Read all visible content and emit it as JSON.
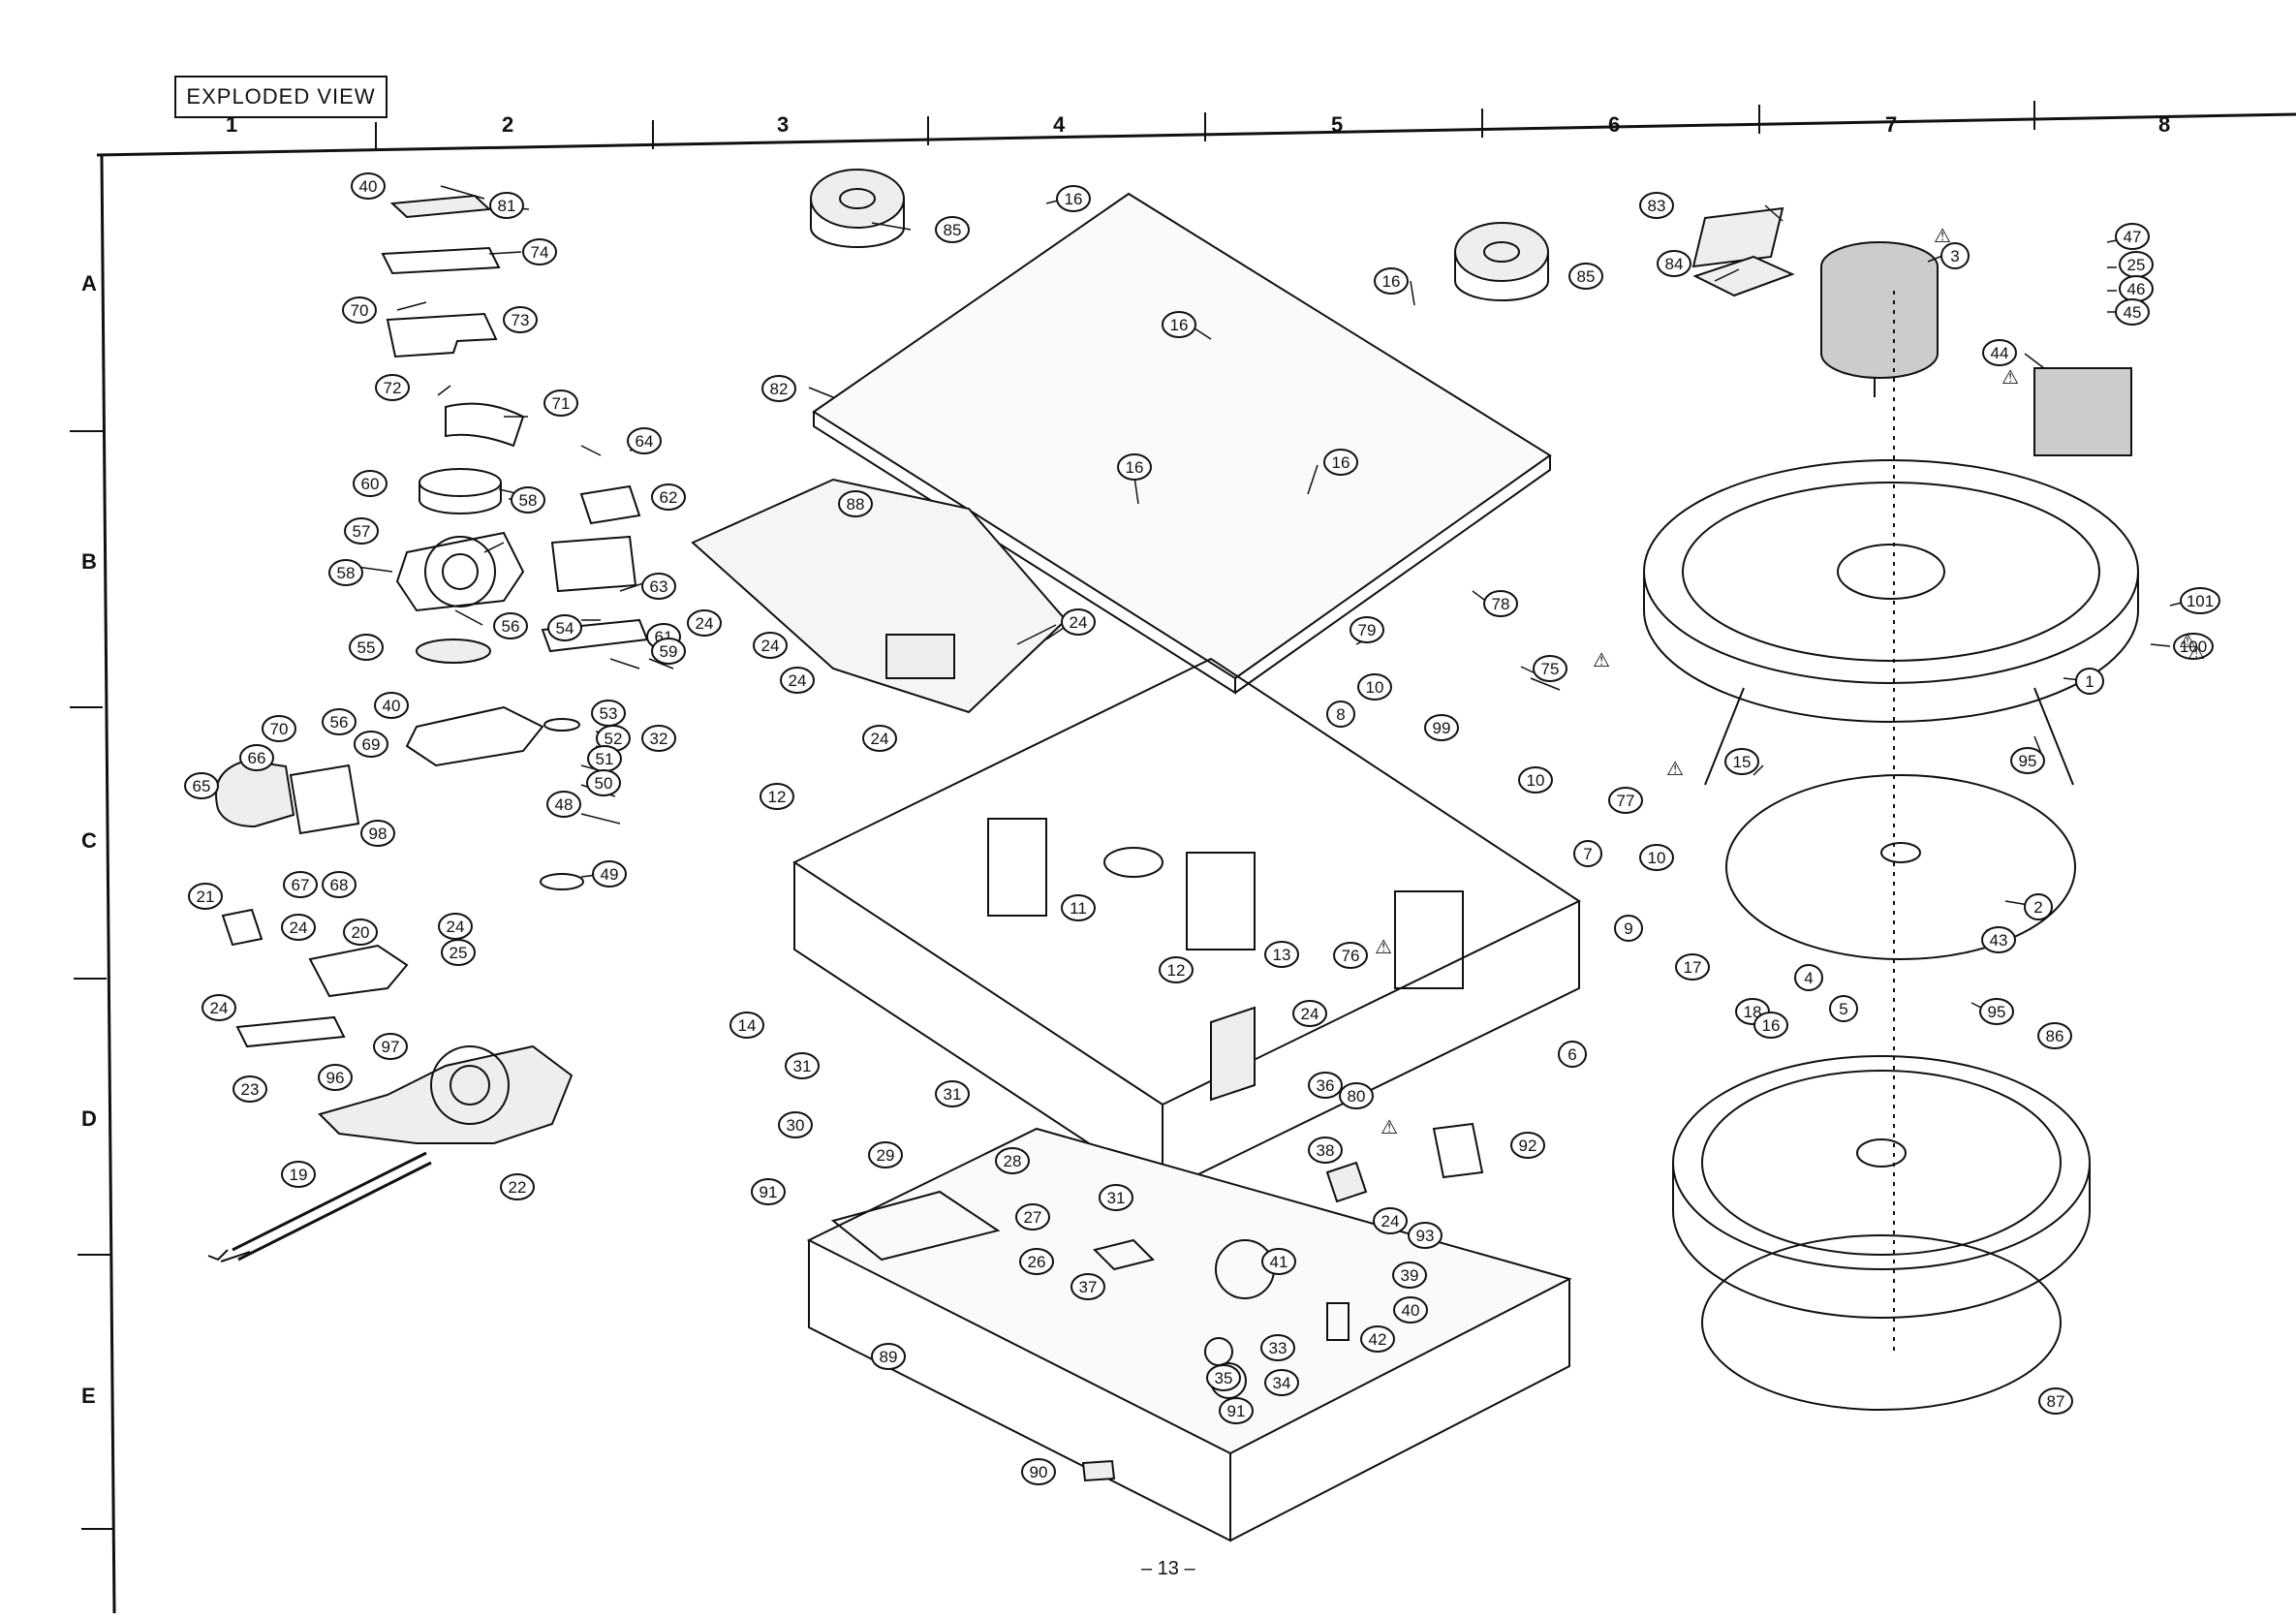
{
  "title": "EXPLODED VIEW",
  "page_number": "– 13 –",
  "columns": [
    "1",
    "2",
    "3",
    "4",
    "5",
    "6",
    "7",
    "8"
  ],
  "rows": [
    "A",
    "B",
    "C",
    "D",
    "E"
  ],
  "warning_symbol": "⚠",
  "colors": {
    "ink": "#111111",
    "paper": "#ffffff",
    "fill": "#eeeeee"
  },
  "callouts": [
    {
      "n": "40"
    },
    {
      "n": "81"
    },
    {
      "n": "74"
    },
    {
      "n": "70"
    },
    {
      "n": "73"
    },
    {
      "n": "72"
    },
    {
      "n": "71"
    },
    {
      "n": "60"
    },
    {
      "n": "58"
    },
    {
      "n": "57"
    },
    {
      "n": "58"
    },
    {
      "n": "55"
    },
    {
      "n": "56"
    },
    {
      "n": "64"
    },
    {
      "n": "62"
    },
    {
      "n": "63"
    },
    {
      "n": "54"
    },
    {
      "n": "61"
    },
    {
      "n": "59"
    },
    {
      "n": "24"
    },
    {
      "n": "40"
    },
    {
      "n": "53"
    },
    {
      "n": "52"
    },
    {
      "n": "51"
    },
    {
      "n": "50"
    },
    {
      "n": "48"
    },
    {
      "n": "49"
    },
    {
      "n": "70"
    },
    {
      "n": "56"
    },
    {
      "n": "69"
    },
    {
      "n": "66"
    },
    {
      "n": "65"
    },
    {
      "n": "98"
    },
    {
      "n": "67"
    },
    {
      "n": "68"
    },
    {
      "n": "21"
    },
    {
      "n": "24"
    },
    {
      "n": "20"
    },
    {
      "n": "24"
    },
    {
      "n": "25"
    },
    {
      "n": "24"
    },
    {
      "n": "97"
    },
    {
      "n": "23"
    },
    {
      "n": "96"
    },
    {
      "n": "19"
    },
    {
      "n": "22"
    },
    {
      "n": "85"
    },
    {
      "n": "16"
    },
    {
      "n": "82"
    },
    {
      "n": "16"
    },
    {
      "n": "16"
    },
    {
      "n": "16"
    },
    {
      "n": "85"
    },
    {
      "n": "16"
    },
    {
      "n": "88"
    },
    {
      "n": "24"
    },
    {
      "n": "24"
    },
    {
      "n": "24"
    },
    {
      "n": "24"
    },
    {
      "n": "32"
    },
    {
      "n": "12"
    },
    {
      "n": "78"
    },
    {
      "n": "79"
    },
    {
      "n": "10"
    },
    {
      "n": "8"
    },
    {
      "n": "75"
    },
    {
      "n": "99"
    },
    {
      "n": "10"
    },
    {
      "n": "77"
    },
    {
      "n": "7"
    },
    {
      "n": "10"
    },
    {
      "n": "9"
    },
    {
      "n": "11"
    },
    {
      "n": "76"
    },
    {
      "n": "12"
    },
    {
      "n": "13"
    },
    {
      "n": "24"
    },
    {
      "n": "14"
    },
    {
      "n": "31"
    },
    {
      "n": "36"
    },
    {
      "n": "80"
    },
    {
      "n": "6"
    },
    {
      "n": "30"
    },
    {
      "n": "31"
    },
    {
      "n": "29"
    },
    {
      "n": "28"
    },
    {
      "n": "38"
    },
    {
      "n": "92"
    },
    {
      "n": "91"
    },
    {
      "n": "27"
    },
    {
      "n": "31"
    },
    {
      "n": "24"
    },
    {
      "n": "93"
    },
    {
      "n": "26"
    },
    {
      "n": "39"
    },
    {
      "n": "37"
    },
    {
      "n": "41"
    },
    {
      "n": "40"
    },
    {
      "n": "42"
    },
    {
      "n": "33"
    },
    {
      "n": "89"
    },
    {
      "n": "35"
    },
    {
      "n": "34"
    },
    {
      "n": "91"
    },
    {
      "n": "90"
    },
    {
      "n": "83"
    },
    {
      "n": "3"
    },
    {
      "n": "84"
    },
    {
      "n": "47"
    },
    {
      "n": "25"
    },
    {
      "n": "46"
    },
    {
      "n": "45"
    },
    {
      "n": "44"
    },
    {
      "n": "101"
    },
    {
      "n": "100"
    },
    {
      "n": "1"
    },
    {
      "n": "95"
    },
    {
      "n": "15"
    },
    {
      "n": "2"
    },
    {
      "n": "43"
    },
    {
      "n": "17"
    },
    {
      "n": "4"
    },
    {
      "n": "18"
    },
    {
      "n": "16"
    },
    {
      "n": "5"
    },
    {
      "n": "95"
    },
    {
      "n": "86"
    },
    {
      "n": "87"
    }
  ]
}
